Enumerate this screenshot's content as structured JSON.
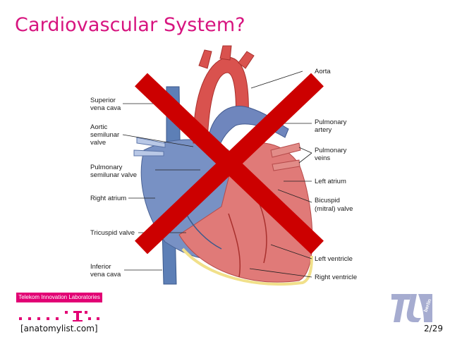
{
  "slide": {
    "title": "Cardiovascular System?",
    "source": "[anatomylist.com]",
    "page": "2/29"
  },
  "figure": {
    "labels": {
      "aorta": "Aorta",
      "superior_vena_cava_1": "Superior",
      "superior_vena_cava_2": "vena cava",
      "aortic_valve_1": "Aortic",
      "aortic_valve_2": "semilunar",
      "aortic_valve_3": "valve",
      "pulmonary_artery_1": "Pulmonary",
      "pulmonary_artery_2": "artery",
      "pulmonary_veins_1": "Pulmonary",
      "pulmonary_veins_2": "veins",
      "pulmonary_valve_1": "Pulmonary",
      "pulmonary_valve_2": "semilunar valve",
      "left_atrium": "Left atrium",
      "right_atrium": "Right atrium",
      "bicuspid_1": "Bicuspid",
      "bicuspid_2": "(mitral) valve",
      "tricuspid": "Tricuspid valve",
      "left_ventricle": "Left ventricle",
      "inferior_vena_cava_1": "Inferior",
      "inferior_vena_cava_2": "vena cava",
      "right_ventricle": "Right ventricle"
    }
  },
  "footer": {
    "lab_name": "Telekom Innovation Laboratories",
    "tu_logo_text": "berlin"
  },
  "colors": {
    "title": "#d7147f",
    "telekom_magenta": "#e20074",
    "cross": "#cc0000",
    "tu_logo": "#a6acd0"
  }
}
